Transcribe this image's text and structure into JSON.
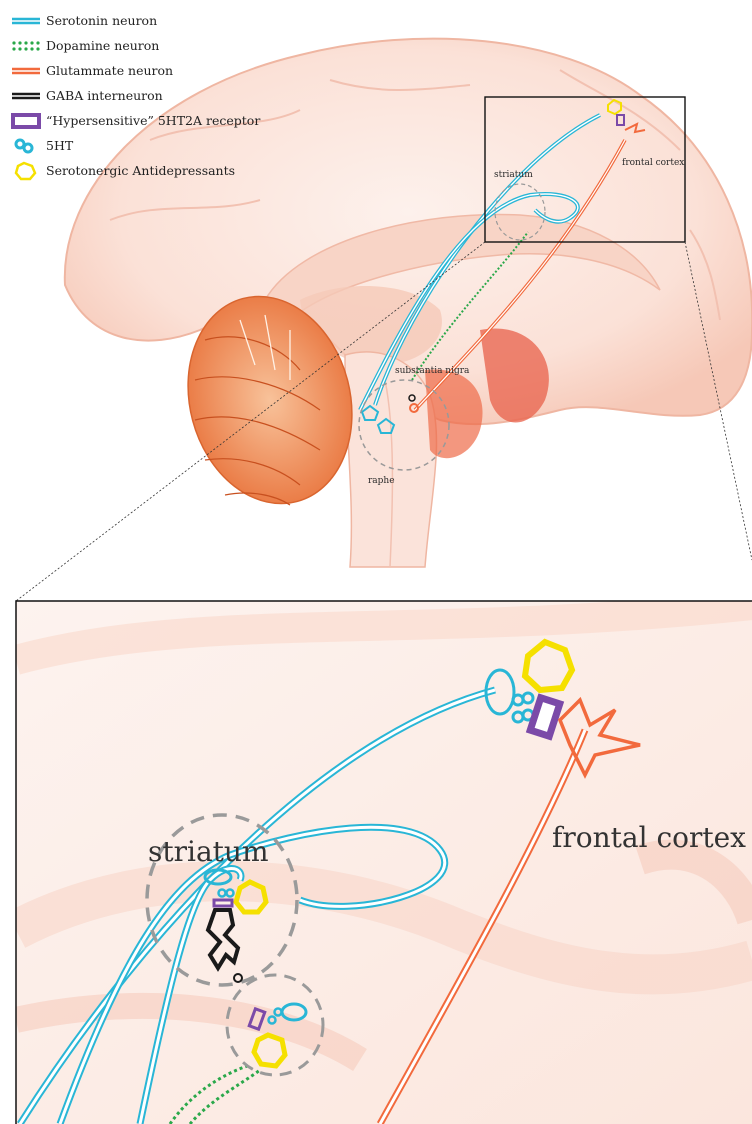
{
  "legend": {
    "items": [
      {
        "label": "Serotonin neuron",
        "icon": "serotonin-neuron-line",
        "color": "#29b6d6"
      },
      {
        "label": "Dopamine neuron",
        "icon": "dopamine-neuron-dots",
        "color": "#2aa84a"
      },
      {
        "label": "Glutammate neuron",
        "icon": "glutamate-neuron-line",
        "color": "#f26a3d"
      },
      {
        "label": "GABA interneuron",
        "icon": "gaba-interneuron-line",
        "color": "#1a1a1a"
      },
      {
        "label": "“Hypersensitive” 5HT2A receptor",
        "icon": "receptor-rectangle",
        "color": "#7b4aa8"
      },
      {
        "label": "5HT",
        "icon": "5ht-molecule",
        "color": "#29b6d6"
      },
      {
        "label": "Serotonergic Antidepressants",
        "icon": "antidepressant-heptagon",
        "color": "#f5e000"
      }
    ]
  },
  "overview": {
    "labels": {
      "striatum": "striatum",
      "frontal_cortex": "frontal cortex",
      "substantia_nigra": "substantia nigra",
      "raphe": "raphe"
    }
  },
  "detail": {
    "labels": {
      "striatum": "striatum",
      "frontal_cortex": "frontal cortex"
    }
  },
  "colors": {
    "serotonin": "#29b6d6",
    "dopamine": "#2aa84a",
    "glutamate": "#f26a3d",
    "gaba": "#1a1a1a",
    "receptor": "#7b4aa8",
    "antidepressant": "#f5e000",
    "brain_tissue": "#f7cfc2",
    "cerebellum": "#ee8a55"
  }
}
